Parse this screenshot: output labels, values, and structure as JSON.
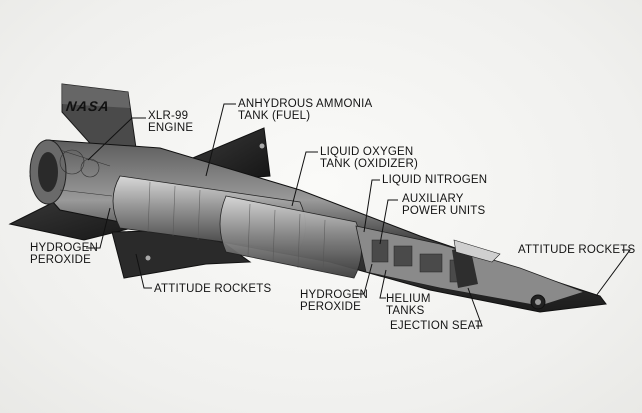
{
  "tail_logo": "NASA",
  "labels": {
    "xlr99": [
      "XLR-99",
      "ENGINE"
    ],
    "ammonia": [
      "ANHYDROUS AMMONIA",
      "TANK (FUEL)"
    ],
    "lox": [
      "LIQUID OXYGEN",
      "TANK (OXIDIZER)"
    ],
    "nitrogen": [
      "LIQUID NITROGEN"
    ],
    "apu": [
      "AUXILIARY",
      "POWER UNITS"
    ],
    "attitude_nose": [
      "ATTITUDE ROCKETS"
    ],
    "h2o2_left": [
      "HYDROGEN",
      "PEROXIDE"
    ],
    "attitude_mid": [
      "ATTITUDE ROCKETS"
    ],
    "h2o2_center": [
      "HYDROGEN",
      "PEROXIDE"
    ],
    "helium": [
      "HELIUM",
      "TANKS"
    ],
    "ejection": [
      "EJECTION SEAT"
    ]
  }
}
